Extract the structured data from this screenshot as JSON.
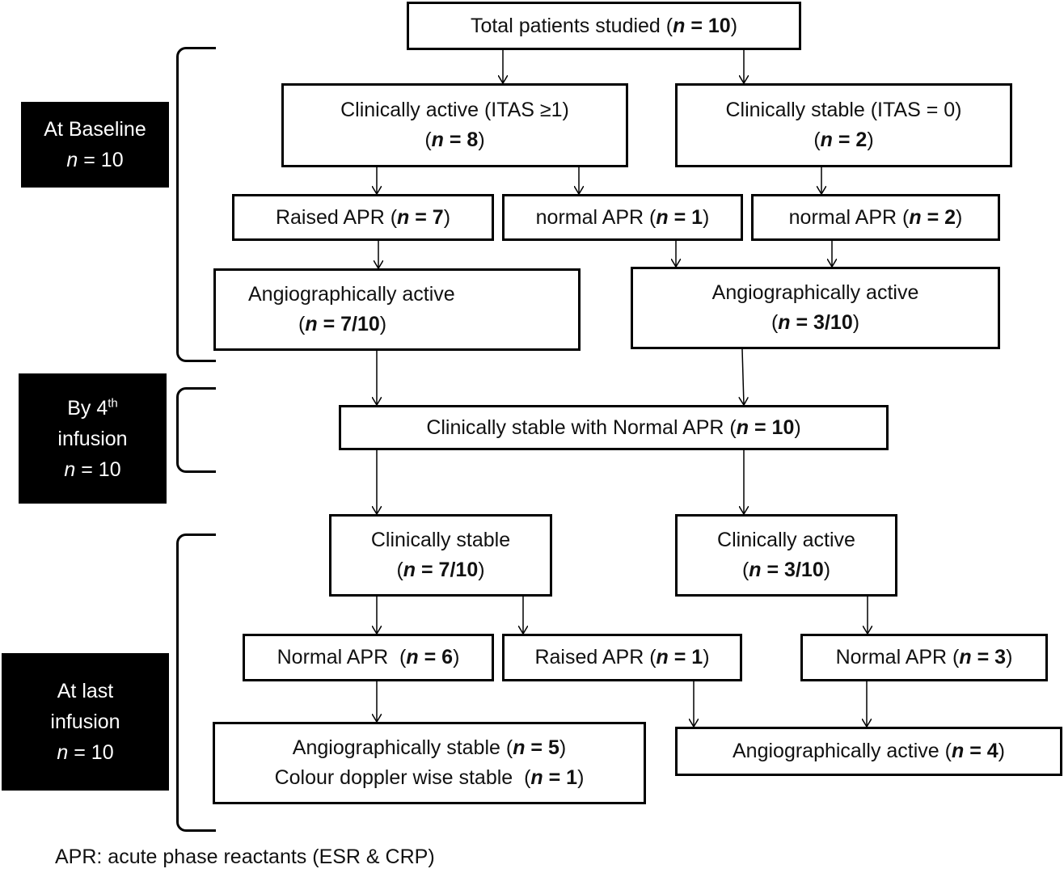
{
  "stages": {
    "baseline": {
      "line1": "At Baseline",
      "n_label": "n",
      "n_value": "= 10"
    },
    "fourth": {
      "line1_pre": "By 4",
      "line1_sup": "th",
      "line2": "infusion",
      "n_label": "n",
      "n_value": "= 10"
    },
    "last": {
      "line1": "At last",
      "line2": "infusion",
      "n_label": "n",
      "n_value": "= 10"
    }
  },
  "nodes": {
    "total": {
      "text": "Total patients studied (",
      "n": "n",
      "value": "= 10",
      "close": ")"
    },
    "clin_active_base": {
      "line1": "Clinically active (ITAS ≥1)",
      "open": "(",
      "n": "n",
      "value": "= 8",
      "close": ")"
    },
    "clin_stable_base": {
      "line1": "Clinically stable (ITAS = 0)",
      "open": "(",
      "n": "n",
      "value": "= 2",
      "close": ")"
    },
    "raised_apr_base": {
      "text": "Raised APR (",
      "n": "n",
      "value": "= 7",
      "close": ")"
    },
    "normal_apr_base_1": {
      "text": "normal APR (",
      "n": "n",
      "value": "= 1",
      "close": ")"
    },
    "normal_apr_base_2": {
      "text": "normal APR (",
      "n": "n",
      "value": "= 2",
      "close": ")"
    },
    "angio_active_base_left": {
      "line1": "Angiographically active",
      "open": "(",
      "n": "n",
      "value": "= 7/10",
      "close": ")"
    },
    "angio_active_base_right": {
      "line1": "Angiographically active",
      "open": "(",
      "n": "n",
      "value": "= 3/10",
      "close": ")"
    },
    "stable_normal_apr": {
      "text": "Clinically stable with Normal APR (",
      "n": "n",
      "value": "= 10",
      "close": ")"
    },
    "clin_stable_last": {
      "line1": "Clinically stable",
      "open": "(",
      "n": "n",
      "value": "= 7/10",
      "close": ")"
    },
    "clin_active_last": {
      "line1": "Clinically active",
      "open": "(",
      "n": "n",
      "value": "= 3/10",
      "close": ")"
    },
    "normal_apr_last_1": {
      "text": "Normal APR  (",
      "n": "n",
      "value": "= 6",
      "close": ")"
    },
    "raised_apr_last": {
      "text": "Raised APR (",
      "n": "n",
      "value": "= 1",
      "close": ")"
    },
    "normal_apr_last_2": {
      "text": "Normal APR (",
      "n": "n",
      "value": "= 3",
      "close": ")"
    },
    "angio_stable_last": {
      "line1_text": "Angiographically stable (",
      "line1_n": "n",
      "line1_value": "= 5",
      "line1_close": ")",
      "line2_text": "Colour doppler wise stable  (",
      "line2_n": "n",
      "line2_value": "= 1",
      "line2_close": ")"
    },
    "angio_active_last": {
      "text": "Angiographically active (",
      "n": "n",
      "value": "= 4",
      "close": ")"
    }
  },
  "footnote": "APR: acute phase reactants (ESR & CRP)"
}
